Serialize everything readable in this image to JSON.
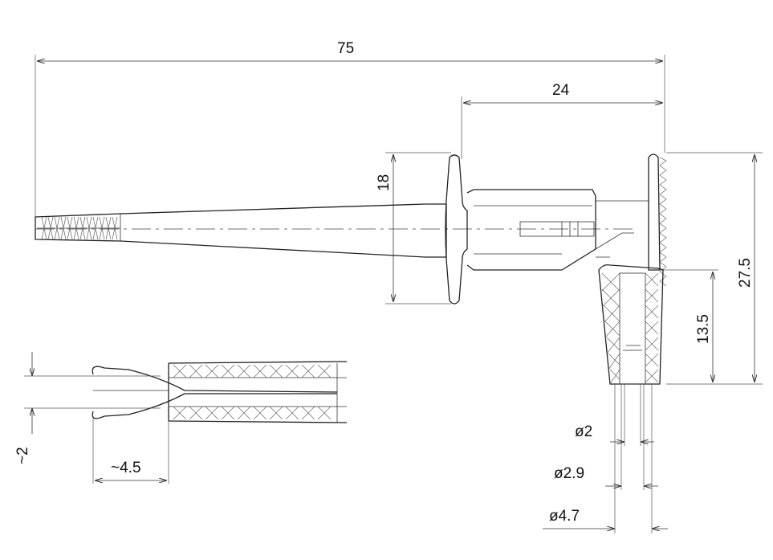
{
  "dimensions": {
    "overall_length": "75",
    "head_length": "24",
    "flange_height": "18",
    "total_height": "27.5",
    "socket_height": "13.5",
    "hook_opening": "~2",
    "hook_extension": "~4.5",
    "pin_diameter": "ø2",
    "inner_diameter": "ø2.9",
    "outer_diameter": "ø4.7"
  }
}
